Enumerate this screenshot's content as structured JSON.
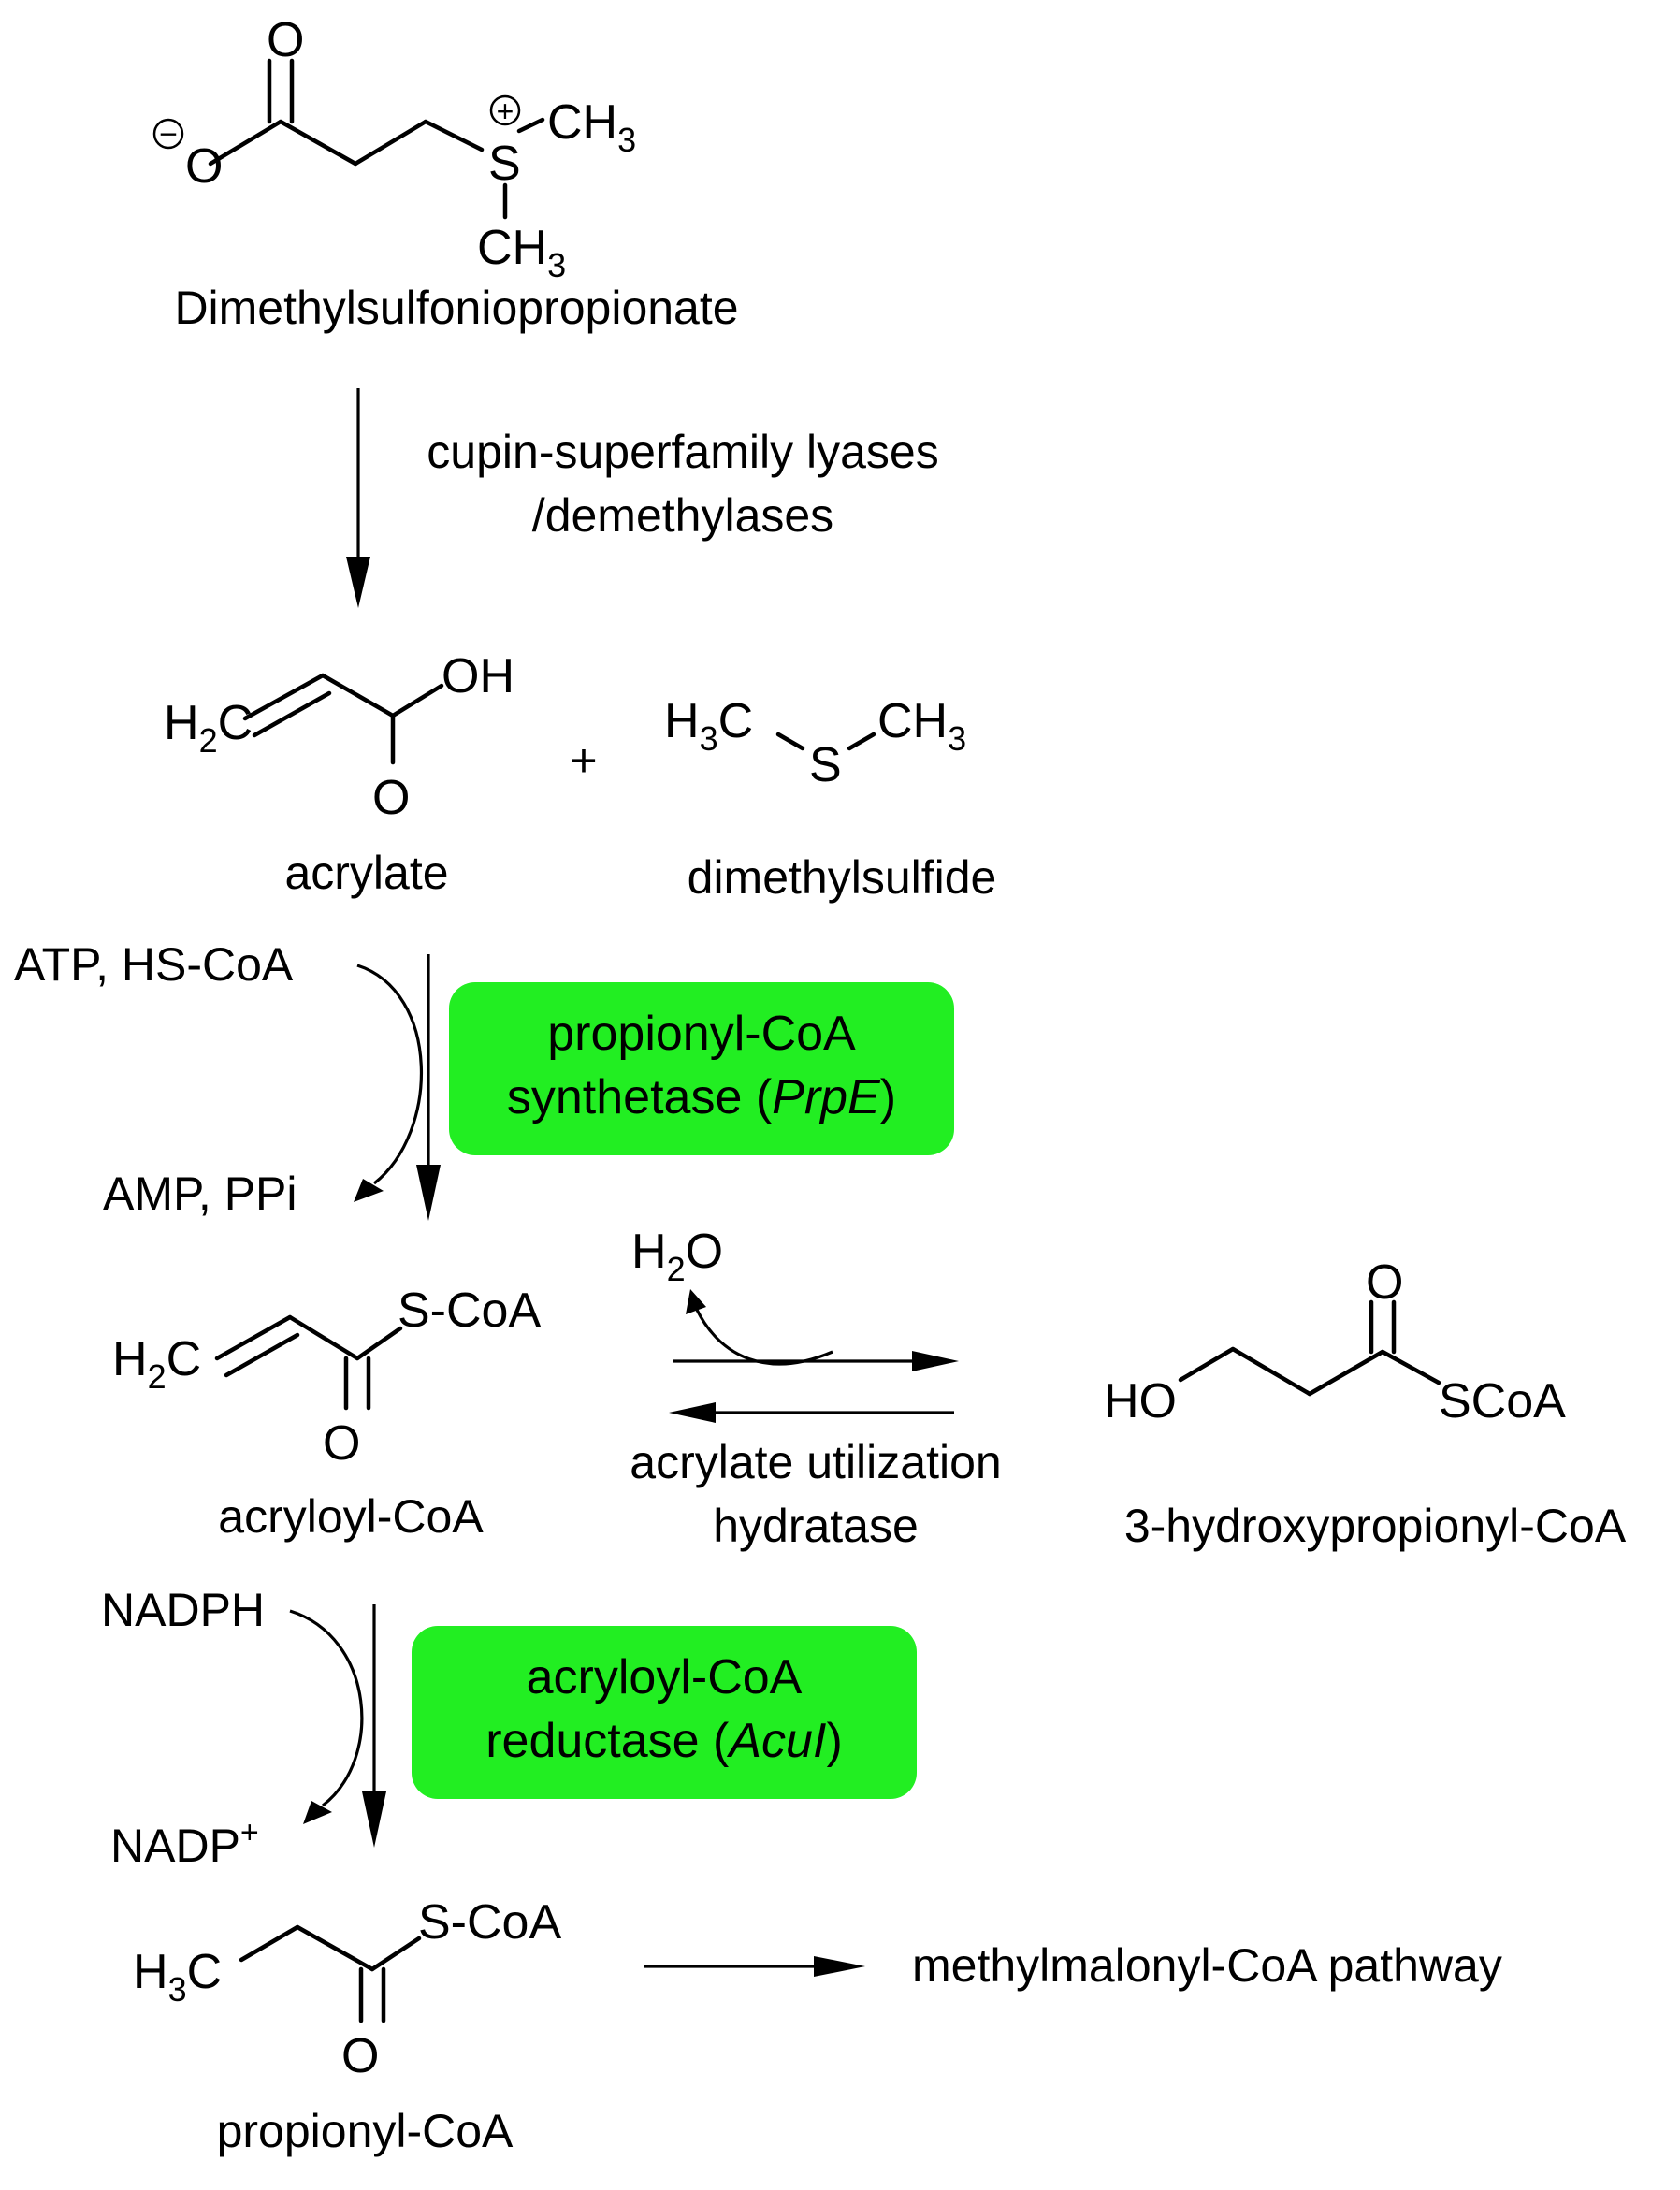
{
  "molecules": {
    "dmsp": {
      "name": "Dimethylsulfoniopropionate",
      "atoms": {
        "o_top": "O",
        "o_minus": "O",
        "s": "S",
        "ch3_a": "CH",
        "ch3_a_sub": "3",
        "ch3_b": "CH",
        "ch3_b_sub": "3",
        "charge_minus": "−",
        "charge_plus": "+"
      }
    },
    "acrylate": {
      "name": "acrylate",
      "atoms": {
        "h2c": "H",
        "h2c_sub": "2",
        "h2c_c": "C",
        "oh": "OH",
        "o": "O"
      }
    },
    "dms": {
      "name": "dimethylsulfide",
      "atoms": {
        "h3c": "H",
        "h3c_sub": "3",
        "h3c_c": "C",
        "s": "S",
        "ch3": "CH",
        "ch3_sub": "3"
      }
    },
    "acryloyl_coa": {
      "name": "acryloyl-CoA",
      "atoms": {
        "h2c": "H",
        "h2c_sub": "2",
        "h2c_c": "C",
        "scoa": "S-CoA",
        "o": "O"
      }
    },
    "hp_coa": {
      "name": "3-hydroxypropionyl-CoA",
      "atoms": {
        "ho": "HO",
        "scoa": "SCoA",
        "o": "O"
      }
    },
    "propionyl_coa": {
      "name": "propionyl-CoA",
      "atoms": {
        "h3c": "H",
        "h3c_sub": "3",
        "h3c_c": "C",
        "scoa": "S-CoA",
        "o": "O"
      }
    }
  },
  "plus_sign": "+",
  "steps": {
    "step1": {
      "enzyme_line1": "cupin-superfamily lyases",
      "enzyme_line2": "/demethylases"
    },
    "step2": {
      "cosubstrate": "ATP, HS-CoA",
      "coproduct": "AMP, PPi",
      "enzyme_line1": "propionyl-CoA",
      "enzyme_line2_pre": "synthetase (",
      "enzyme_line2_gene": "PrpE",
      "enzyme_line2_post": ")"
    },
    "step3": {
      "water": "H",
      "water_sub": "2",
      "water_o": "O",
      "enzyme_line1": "acrylate utilization",
      "enzyme_line2": "hydratase"
    },
    "step4": {
      "cosubstrate": "NADPH",
      "coproduct": "NADP",
      "coproduct_sup": "+",
      "enzyme_line1": "acryloyl-CoA",
      "enzyme_line2_pre": "reductase (",
      "enzyme_line2_gene": "AcuI",
      "enzyme_line2_post": ")"
    },
    "step5": {
      "destination": "methylmalonyl-CoA pathway"
    }
  },
  "colors": {
    "enzyme_highlight": "#22ee22",
    "ink": "#000000"
  }
}
